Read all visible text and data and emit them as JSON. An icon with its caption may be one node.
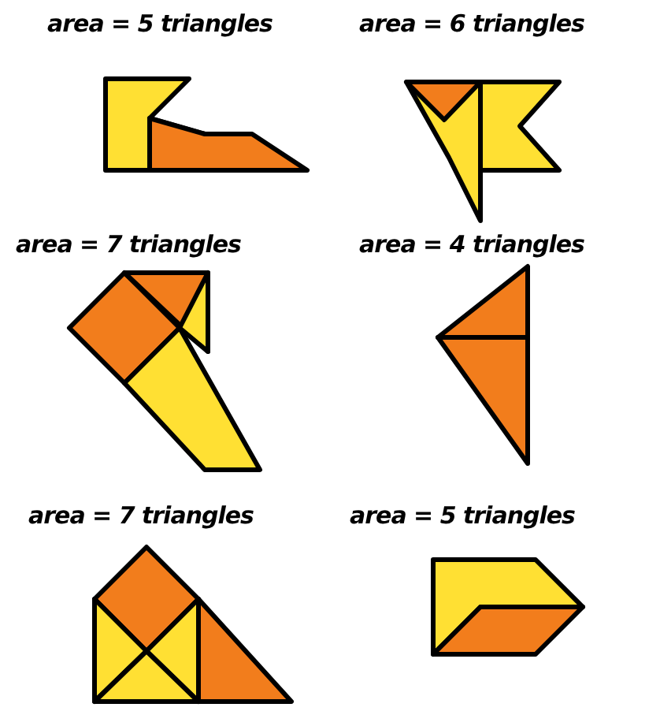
{
  "diagram": {
    "labels": [
      "area = 5 triangles",
      "area = 6 triangles",
      "area = 7 triangles",
      "area = 4 triangles",
      "area = 7 triangles",
      "area = 5 triangles"
    ]
  }
}
